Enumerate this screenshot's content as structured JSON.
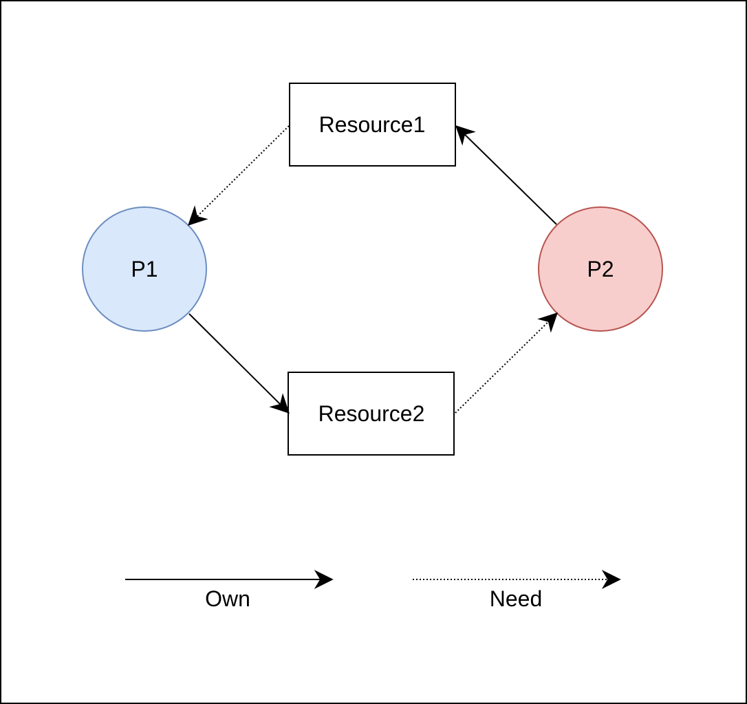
{
  "resources": {
    "r1": {
      "label": "Resource1"
    },
    "r2": {
      "label": "Resource2"
    }
  },
  "processes": {
    "p1": {
      "label": "P1",
      "fill": "#dae8fc",
      "stroke": "#6c8ebf"
    },
    "p2": {
      "label": "P2",
      "fill": "#f8cecc",
      "stroke": "#b85450"
    }
  },
  "edges": [
    {
      "from": "P1",
      "to": "Resource2",
      "kind": "own"
    },
    {
      "from": "P2",
      "to": "Resource1",
      "kind": "own"
    },
    {
      "from": "Resource1",
      "to": "P1",
      "kind": "need"
    },
    {
      "from": "Resource2",
      "to": "P2",
      "kind": "need"
    }
  ],
  "legend": {
    "own_label": "Own",
    "need_label": "Need"
  }
}
